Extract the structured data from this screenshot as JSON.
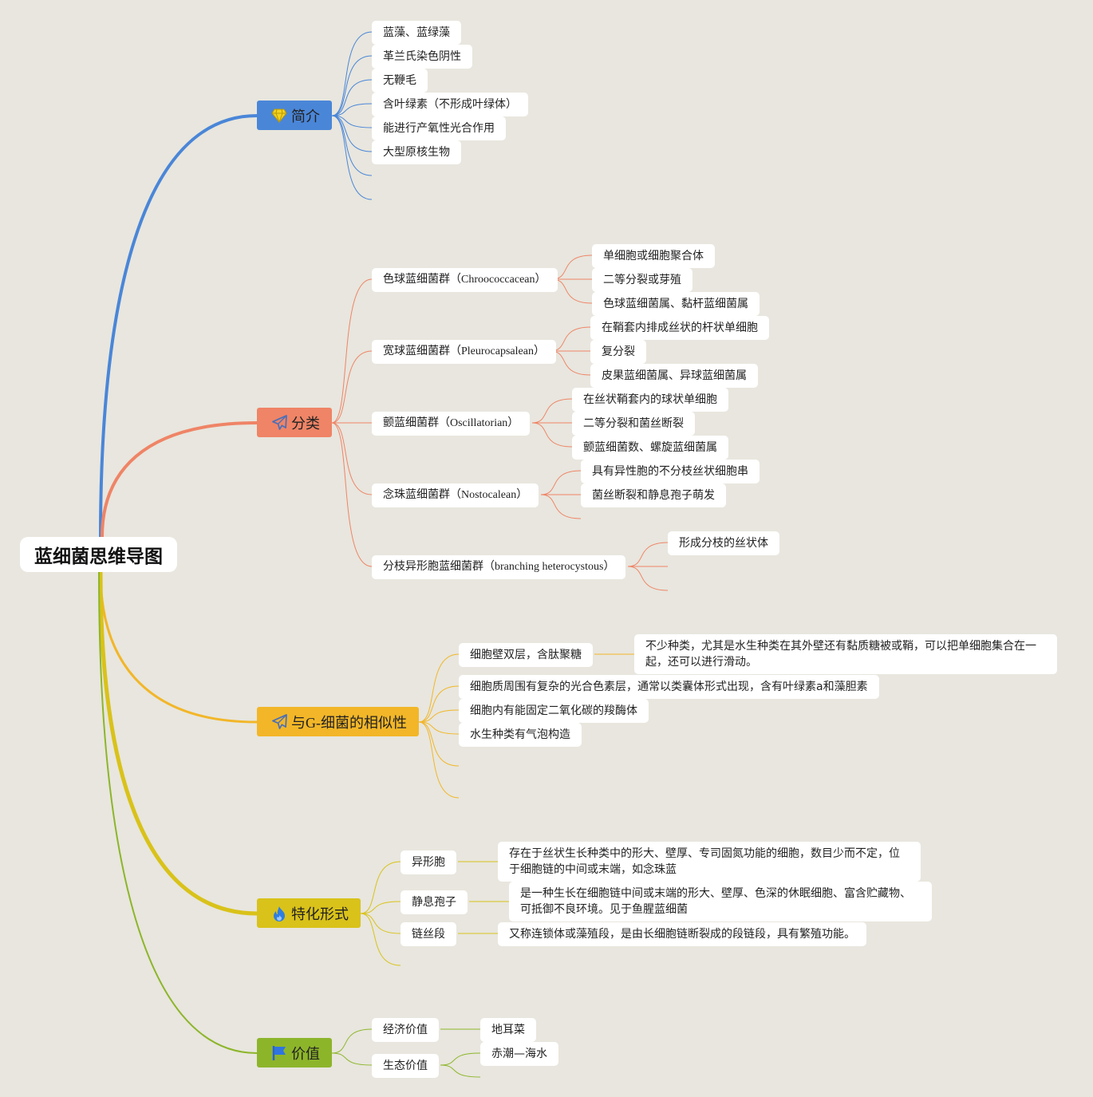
{
  "root": {
    "title": "蓝细菌思维导图"
  },
  "branches": [
    {
      "label": "简介",
      "icon": "diamond-icon",
      "color": "#4a86d8",
      "items": [
        "蓝藻、蓝绿藻",
        "革兰氏染色阴性",
        "无鞭毛",
        "含叶绿素（不形成叶绿体）",
        "能进行产氧性光合作用",
        "大型原核生物"
      ]
    },
    {
      "label": "分类",
      "icon": "paper-plane-icon",
      "color": "#ef8466",
      "groups": [
        {
          "label": "色球蓝细菌群（Chroococcacean）",
          "children": [
            "单细胞或细胞聚合体",
            "二等分裂或芽殖",
            "色球蓝细菌属、黏杆蓝细菌属"
          ]
        },
        {
          "label": "宽球蓝细菌群（Pleurocapsalean）",
          "children": [
            "在鞘套内排成丝状的杆状单细胞",
            "复分裂",
            "皮果蓝细菌属、异球蓝细菌属"
          ]
        },
        {
          "label": "颤蓝细菌群（Oscillatorian）",
          "children": [
            "在丝状鞘套内的球状单细胞",
            "二等分裂和菌丝断裂",
            "颤蓝细菌数、螺旋蓝细菌属"
          ]
        },
        {
          "label": "念珠蓝细菌群（Nostocalean）",
          "children": [
            "具有异性胞的不分枝丝状细胞串",
            "菌丝断裂和静息孢子萌发"
          ]
        },
        {
          "label": "分枝异形胞蓝细菌群（branching heterocystous）",
          "children": [
            "形成分枝的丝状体"
          ]
        }
      ]
    },
    {
      "label": "与G-细菌的相似性",
      "icon": "paper-plane-icon",
      "color": "#f2b628",
      "items": [
        {
          "label": "细胞壁双层，含肽聚糖",
          "detail": "不少种类，尤其是水生种类在其外壁还有黏质糖被或鞘，可以把单细胞集合在一起，还可以进行滑动。"
        },
        {
          "label": "细胞质周围有复杂的光合色素层，通常以类囊体形式出现，含有叶绿素a和藻胆素"
        },
        {
          "label": "细胞内有能固定二氧化碳的羧酶体"
        },
        {
          "label": "水生种类有气泡构造"
        }
      ]
    },
    {
      "label": "特化形式",
      "icon": "flame-icon",
      "color": "#d9c21a",
      "items": [
        {
          "label": "异形胞",
          "detail": "存在于丝状生长种类中的形大、壁厚、专司固氮功能的细胞，数目少而不定，位于细胞链的中间或末端，如念珠蓝"
        },
        {
          "label": "静息孢子",
          "detail": "是一种生长在细胞链中间或末端的形大、壁厚、色深的休眠细胞、富含贮藏物、可抵御不良环境。见于鱼腥蓝细菌"
        },
        {
          "label": "链丝段",
          "detail": "又称连锁体或藻殖段，是由长细胞链断裂成的段链段，具有繁殖功能。"
        }
      ]
    },
    {
      "label": "价值",
      "icon": "flag-icon",
      "color": "#8db52a",
      "items": [
        {
          "label": "经济价值",
          "children": [
            "地耳菜"
          ]
        },
        {
          "label": "生态价值",
          "children": [
            "赤潮—海水"
          ]
        }
      ]
    }
  ]
}
